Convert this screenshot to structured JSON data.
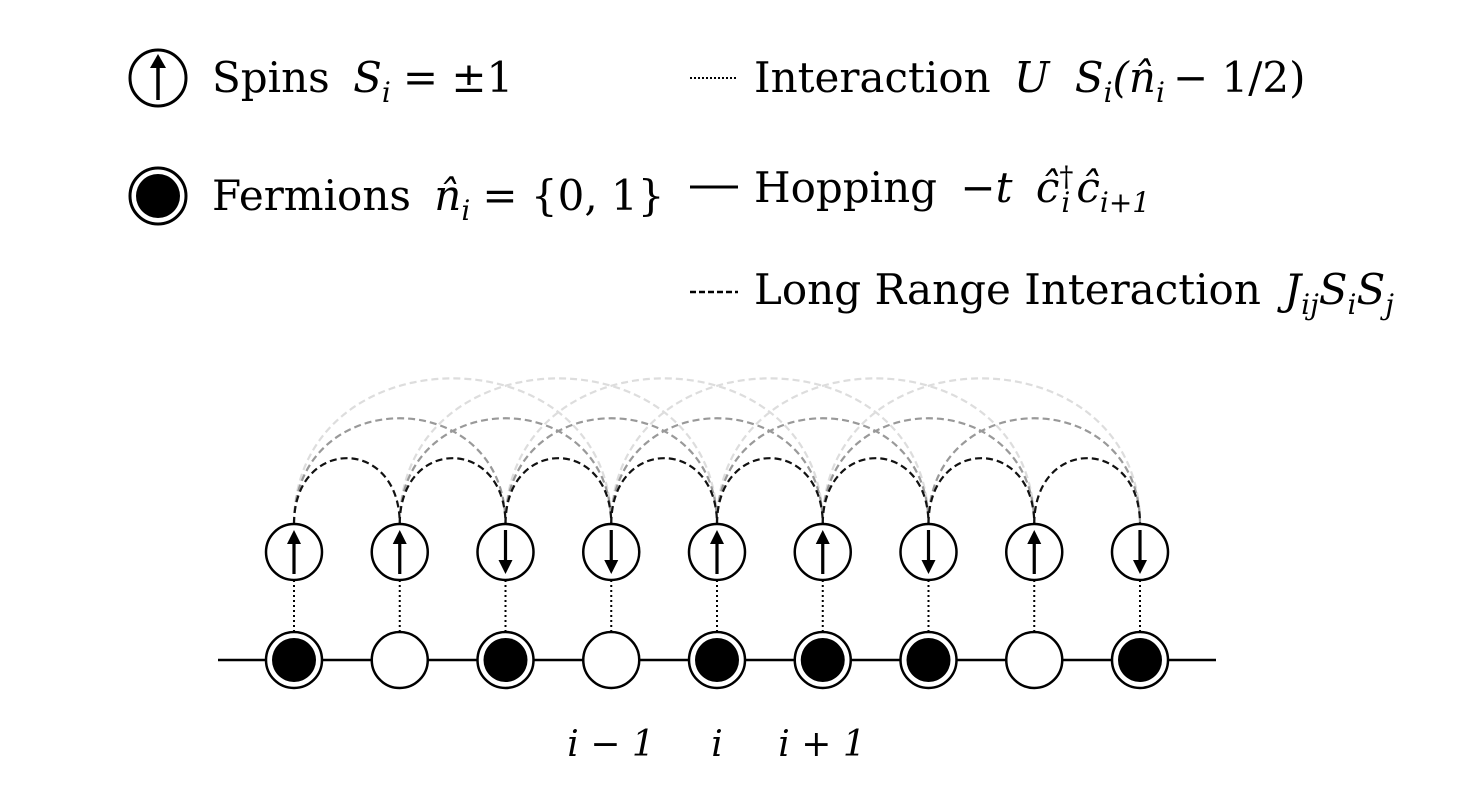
{
  "legend": {
    "spins": {
      "label": "Spins",
      "sym": "S",
      "sub": "i",
      "rel": "= ±1"
    },
    "fermions": {
      "label": "Fermions",
      "sym": "n̂",
      "sub": "i",
      "rel": "= {0, 1}"
    },
    "interaction": {
      "label": "Interaction",
      "sym": "U",
      "formula_a": "S",
      "formula_sub": "i",
      "formula_b": "(n̂",
      "formula_sub2": "i",
      "formula_c": "− 1/2)"
    },
    "hopping": {
      "label": "Hopping",
      "sign": "−t",
      "op1": "ĉ",
      "op1_sup": "†",
      "op1_sub": "i",
      "op2": "ĉ",
      "op2_sub": "i+1"
    },
    "long_range": {
      "label": "Long Range Interaction",
      "J": "J",
      "J_sub": "ij",
      "S1": "S",
      "S1_sub": "i",
      "S2": "S",
      "S2_sub": "j"
    }
  },
  "chain": {
    "spins": [
      "up",
      "up",
      "down",
      "down",
      "up",
      "up",
      "down",
      "up",
      "down"
    ],
    "occupations": [
      1,
      0,
      1,
      0,
      1,
      1,
      1,
      0,
      1
    ],
    "arc_colors": [
      "#111111",
      "#999999",
      "#dddddd"
    ]
  },
  "site_labels": {
    "im1": "i − 1",
    "i": "i",
    "ip1": "i + 1"
  }
}
